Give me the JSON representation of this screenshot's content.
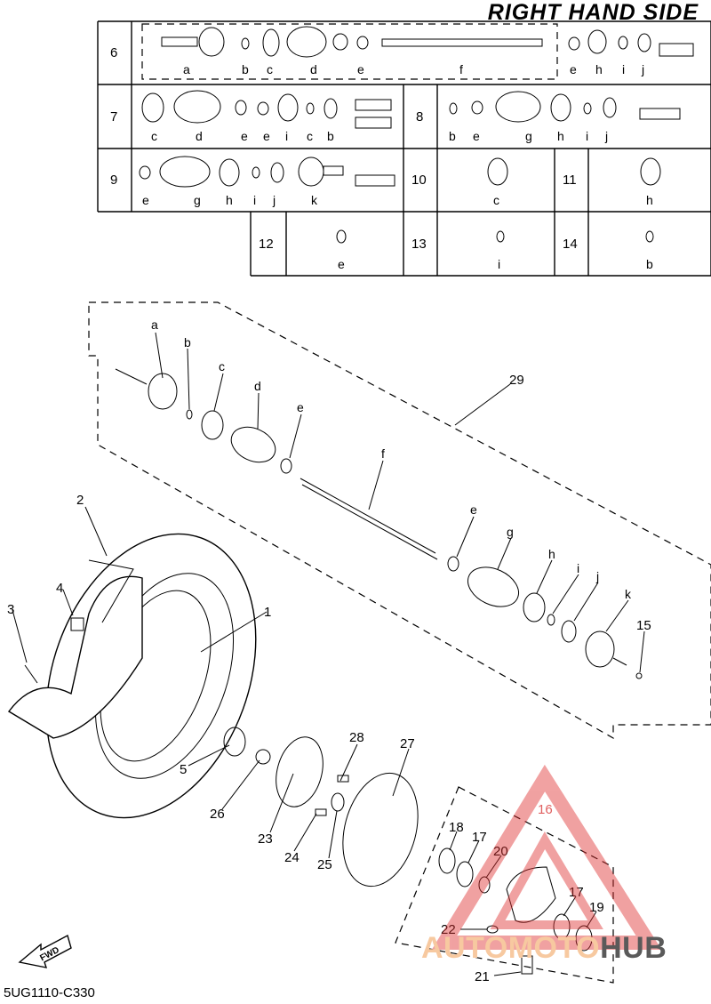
{
  "page_title": "RIGHT HAND SIDE",
  "diagram_code": "5UG1110-C330",
  "fwd_label": "FWD",
  "watermark": {
    "part1": "AUTO",
    "part2": "MOTO",
    "part3": "HUB"
  },
  "table": {
    "rows": [
      {
        "number": "6",
        "items": [
          "a",
          "b",
          "c",
          "d",
          "e",
          "f",
          "e",
          "h",
          "i",
          "j"
        ]
      },
      {
        "number": "7",
        "items": [
          "c",
          "d",
          "e",
          "e",
          "i",
          "c",
          "b"
        ]
      },
      {
        "number": "8",
        "items": [
          "b",
          "e",
          "g",
          "h",
          "i",
          "j"
        ]
      },
      {
        "number": "9",
        "items": [
          "e",
          "g",
          "h",
          "i",
          "j",
          "k"
        ]
      },
      {
        "number": "10",
        "items": [
          "c"
        ]
      },
      {
        "number": "11",
        "items": [
          "h"
        ]
      },
      {
        "number": "12",
        "items": [
          "e"
        ]
      },
      {
        "number": "13",
        "items": [
          "i"
        ]
      },
      {
        "number": "14",
        "items": [
          "b"
        ]
      }
    ]
  },
  "callouts": {
    "shaft_letters": [
      "a",
      "b",
      "c",
      "d",
      "e",
      "f",
      "e",
      "g",
      "h",
      "i",
      "j",
      "k"
    ],
    "part_numbers": [
      "1",
      "2",
      "3",
      "4",
      "5",
      "15",
      "16",
      "17",
      "17",
      "18",
      "19",
      "20",
      "21",
      "22",
      "23",
      "24",
      "25",
      "26",
      "27",
      "28",
      "29"
    ]
  }
}
